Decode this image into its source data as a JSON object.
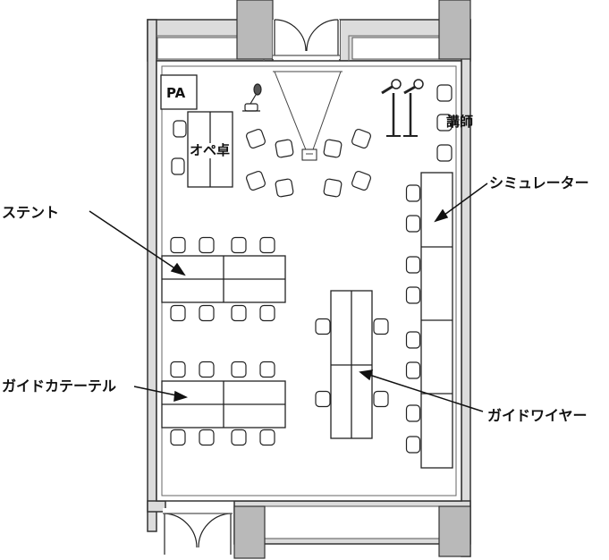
{
  "labels": {
    "pa": "PA",
    "op_desk": "オペ卓",
    "lecturer": "講師",
    "simulator": "シミュレーター",
    "stent": "ステント",
    "guide_catheter": "ガイドカテーテル",
    "guide_wire": "ガイドワイヤー"
  },
  "colors": {
    "wall_fill": "#dcdcdc",
    "wall_stroke": "#333333",
    "pillar_fill": "#b9b9b9",
    "line": "#222222"
  },
  "icons": [
    "microphone-stand-icon",
    "wireless-microphone-icon",
    "projector-screen-icon",
    "chair-icon",
    "door-icon"
  ]
}
